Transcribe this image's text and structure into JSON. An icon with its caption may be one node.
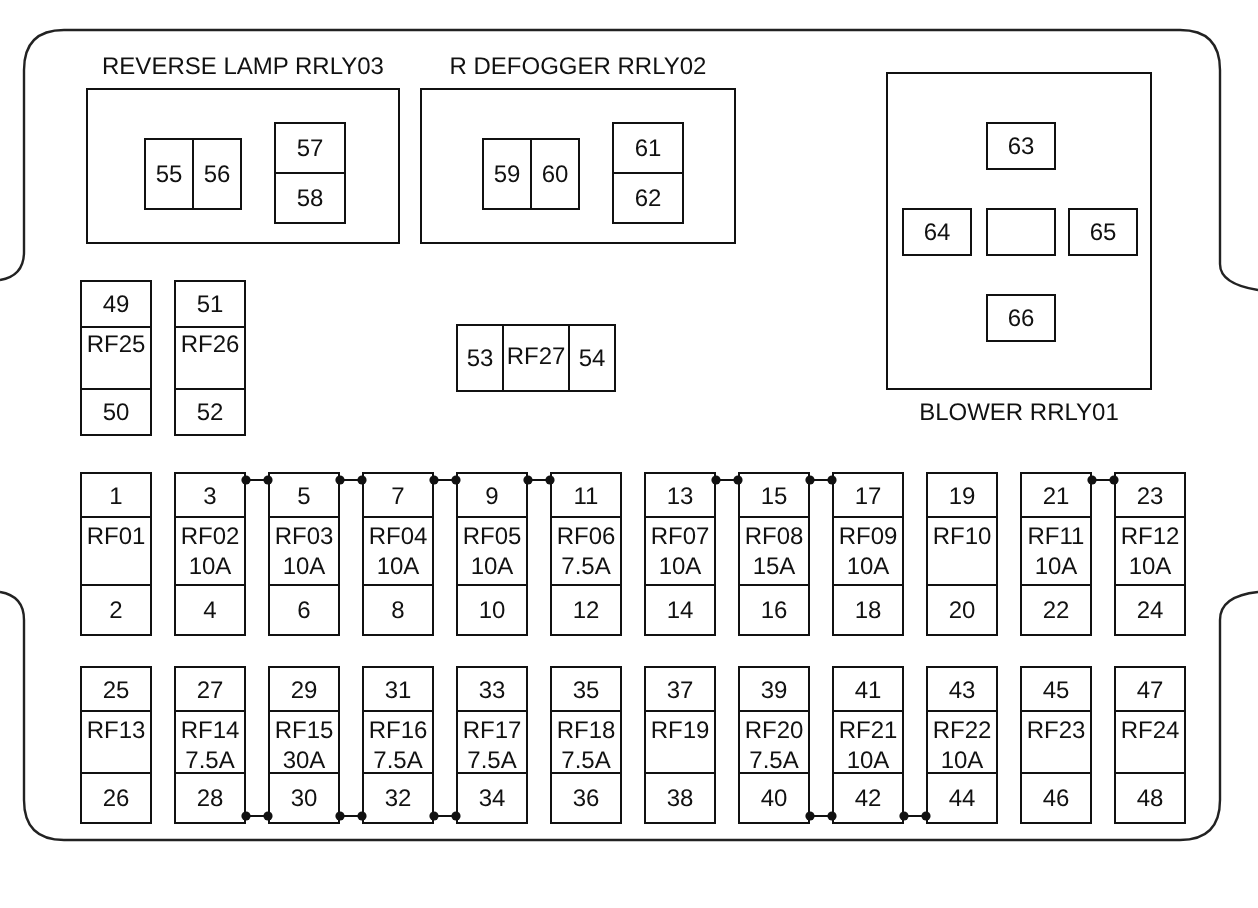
{
  "diagram": {
    "nodes": [
      {
        "text": [
          "REVERSE LAMP RRLY03"
        ]
      },
      {
        "text": [
          "55"
        ],
        "in": 0
      },
      {
        "text": [
          "56"
        ],
        "in": 0
      },
      {
        "text": [
          "57"
        ],
        "in": 0
      },
      {
        "text": [
          "58"
        ],
        "in": 0
      },
      {
        "text": [
          "R DEFOGGER RRLY02"
        ]
      },
      {
        "text": [
          "59"
        ],
        "in": 5
      },
      {
        "text": [
          "60"
        ],
        "in": 5
      },
      {
        "text": [
          "61"
        ],
        "in": 5
      },
      {
        "text": [
          "62"
        ],
        "in": 5
      },
      {
        "text": [
          "BLOWER RRLY01"
        ]
      },
      {
        "text": [
          "63"
        ],
        "in": 10
      },
      {
        "text": [
          "64"
        ],
        "in": 10
      },
      {
        "text": [],
        "shape": "box",
        "in": 10
      },
      {
        "text": [
          "65"
        ],
        "in": 10
      },
      {
        "text": [
          "66"
        ],
        "in": 10
      },
      {
        "text": [
          "RF25"
        ]
      },
      {
        "text": [
          "49"
        ],
        "in": 16
      },
      {
        "text": [
          "50"
        ],
        "in": 16
      },
      {
        "text": [
          "RF26"
        ]
      },
      {
        "text": [
          "51"
        ],
        "in": 19
      },
      {
        "text": [
          "52"
        ],
        "in": 19
      },
      {
        "text": [
          "RF27"
        ]
      },
      {
        "text": [
          "53"
        ],
        "in": 22
      },
      {
        "text": [
          "54"
        ],
        "in": 22
      },
      {
        "text": [
          "RF01"
        ]
      },
      {
        "text": [
          "1"
        ],
        "in": 25
      },
      {
        "text": [
          "2"
        ],
        "in": 25
      },
      {
        "text": [
          "RF02 10A"
        ]
      },
      {
        "text": [
          "3"
        ],
        "in": 28
      },
      {
        "text": [
          "4"
        ],
        "in": 28
      },
      {
        "text": [
          "RF03 10A"
        ]
      },
      {
        "text": [
          "5"
        ],
        "in": 31
      },
      {
        "text": [
          "6"
        ],
        "in": 31
      },
      {
        "text": [
          "RF04 10A"
        ]
      },
      {
        "text": [
          "7"
        ],
        "in": 34
      },
      {
        "text": [
          "8"
        ],
        "in": 34
      },
      {
        "text": [
          "RF05 10A"
        ]
      },
      {
        "text": [
          "9"
        ],
        "in": 37
      },
      {
        "text": [
          "10"
        ],
        "in": 37
      },
      {
        "text": [
          "RF06 7.5A"
        ]
      },
      {
        "text": [
          "11"
        ],
        "in": 40
      },
      {
        "text": [
          "12"
        ],
        "in": 40
      },
      {
        "text": [
          "RF07 10A"
        ]
      },
      {
        "text": [
          "13"
        ],
        "in": 43
      },
      {
        "text": [
          "14"
        ],
        "in": 43
      },
      {
        "text": [
          "RF08 15A"
        ]
      },
      {
        "text": [
          "15"
        ],
        "in": 46
      },
      {
        "text": [
          "16"
        ],
        "in": 46
      },
      {
        "text": [
          "RF09 10A"
        ]
      },
      {
        "text": [
          "17"
        ],
        "in": 49
      },
      {
        "text": [
          "18"
        ],
        "in": 49
      },
      {
        "text": [
          "RF10"
        ]
      },
      {
        "text": [
          "19"
        ],
        "in": 52
      },
      {
        "text": [
          "20"
        ],
        "in": 52
      },
      {
        "text": [
          "RF11 10A"
        ]
      },
      {
        "text": [
          "21"
        ],
        "in": 55
      },
      {
        "text": [
          "22"
        ],
        "in": 55
      },
      {
        "text": [
          "RF12 10A"
        ]
      },
      {
        "text": [
          "23"
        ],
        "in": 58
      },
      {
        "text": [
          "24"
        ],
        "in": 58
      },
      {
        "text": [
          "RF13"
        ]
      },
      {
        "text": [
          "25"
        ],
        "in": 61
      },
      {
        "text": [
          "26"
        ],
        "in": 61
      },
      {
        "text": [
          "RF14 7.5A"
        ]
      },
      {
        "text": [
          "27"
        ],
        "in": 64
      },
      {
        "text": [
          "28"
        ],
        "in": 64
      },
      {
        "text": [
          "RF15 30A"
        ]
      },
      {
        "text": [
          "29"
        ],
        "in": 67
      },
      {
        "text": [
          "30"
        ],
        "in": 67
      },
      {
        "text": [
          "RF16 7.5A"
        ]
      },
      {
        "text": [
          "31"
        ],
        "in": 70
      },
      {
        "text": [
          "32"
        ],
        "in": 70
      },
      {
        "text": [
          "RF17 7.5A"
        ]
      },
      {
        "text": [
          "33"
        ],
        "in": 73
      },
      {
        "text": [
          "34"
        ],
        "in": 73
      },
      {
        "text": [
          "RF18 7.5A"
        ]
      },
      {
        "text": [
          "35"
        ],
        "in": 76
      },
      {
        "text": [
          "36"
        ],
        "in": 76
      },
      {
        "text": [
          "RF19"
        ]
      },
      {
        "text": [
          "37"
        ],
        "in": 79
      },
      {
        "text": [
          "38"
        ],
        "in": 79
      },
      {
        "text": [
          "RF20 7.5A"
        ]
      },
      {
        "text": [
          "39"
        ],
        "in": 82
      },
      {
        "text": [
          "40"
        ],
        "in": 82
      },
      {
        "text": [
          "RF21 10A"
        ]
      },
      {
        "text": [
          "41"
        ],
        "in": 85
      },
      {
        "text": [
          "42"
        ],
        "in": 85
      },
      {
        "text": [
          "RF22 10A"
        ]
      },
      {
        "text": [
          "43"
        ],
        "in": 88
      },
      {
        "text": [
          "44"
        ],
        "in": 88
      },
      {
        "text": [
          "RF23"
        ]
      },
      {
        "text": [
          "45"
        ],
        "in": 91
      },
      {
        "text": [
          "46"
        ],
        "in": 91
      },
      {
        "text": [
          "RF24"
        ]
      },
      {
        "text": [
          "47"
        ],
        "in": 94
      },
      {
        "text": [
          "48"
        ],
        "in": 94
      }
    ],
    "edges": [
      {
        "from": 29,
        "to": 32,
        "arrow": "other"
      },
      {
        "from": 32,
        "to": 35,
        "arrow": "other"
      },
      {
        "from": 35,
        "to": 38,
        "arrow": "other"
      },
      {
        "from": 38,
        "to": 41,
        "arrow": "other"
      },
      {
        "from": 44,
        "to": 47,
        "arrow": "other"
      },
      {
        "from": 47,
        "to": 50,
        "arrow": "other"
      },
      {
        "from": 56,
        "to": 59,
        "arrow": "other"
      },
      {
        "from": 66,
        "to": 69,
        "arrow": "other"
      },
      {
        "from": 69,
        "to": 72,
        "arrow": "other"
      },
      {
        "from": 72,
        "to": 75,
        "arrow": "other"
      },
      {
        "from": 84,
        "to": 87,
        "arrow": "other"
      },
      {
        "from": 87,
        "to": 90,
        "arrow": "other"
      }
    ]
  }
}
